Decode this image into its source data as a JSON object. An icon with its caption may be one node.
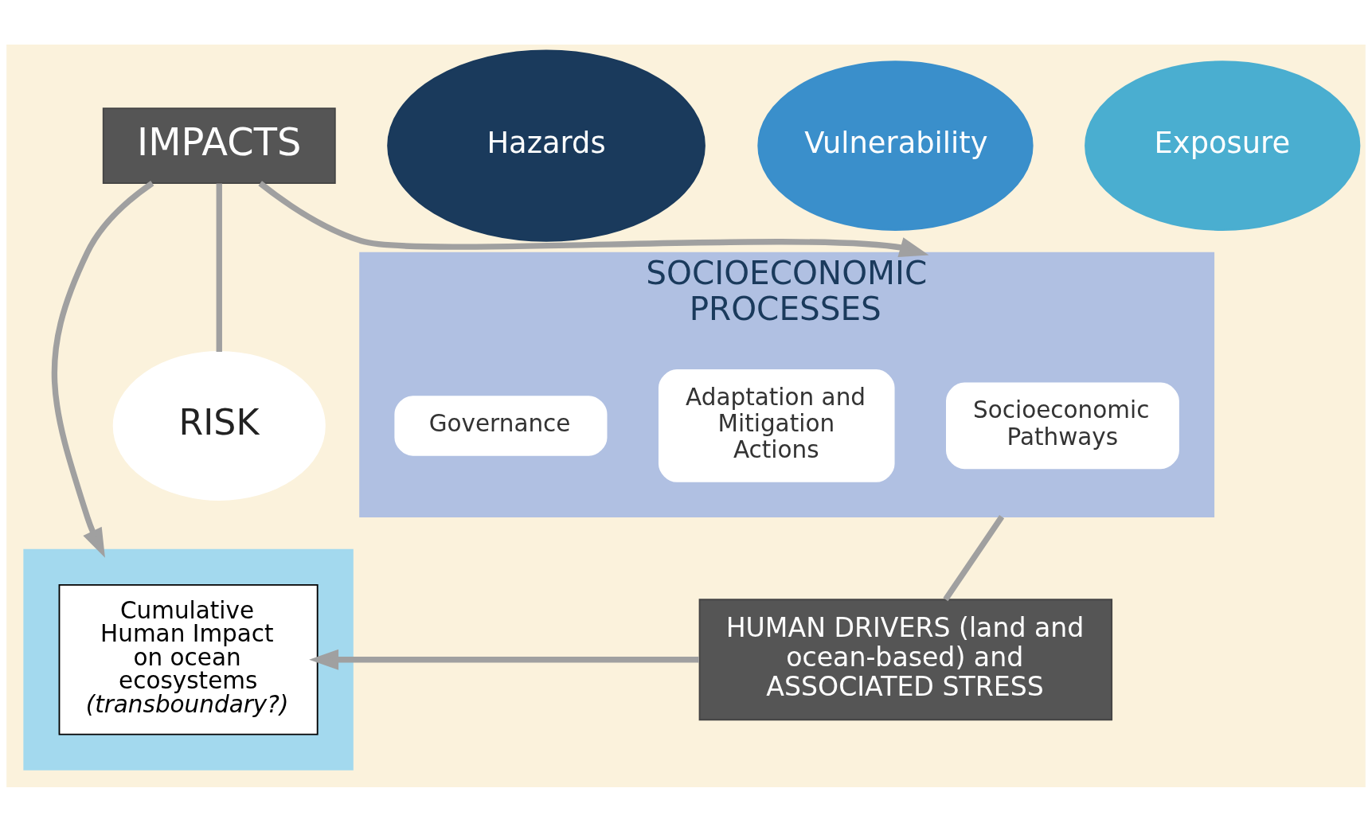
{
  "diagram": {
    "nodes": [
      {
        "text": [
          "IMPACTS"
        ]
      },
      {
        "text": [],
        "shape": "band"
      },
      {
        "text": [
          "Cumulative Human Impact on ocean ecosystems *(transboundary?)*"
        ],
        "in": 1
      },
      {
        "text": [
          "Hazards"
        ]
      },
      {
        "text": [
          "Vulnerability"
        ]
      },
      {
        "text": [
          "RISK"
        ]
      },
      {
        "text": [
          "Exposure"
        ]
      },
      {
        "text": [
          "SOCIOECONOMIC PROCESSES"
        ]
      },
      {
        "text": [
          "Socioeconomic Pathways"
        ],
        "in": 7
      },
      {
        "text": [
          "Adaptation and Mitigation Actions"
        ],
        "in": 7
      },
      {
        "text": [
          "Governance"
        ],
        "in": 7
      },
      {
        "text": [
          "HUMAN DRIVERS (land and ocean-based) and ASSOCIATED STRESS"
        ]
      }
    ],
    "edges": [
      {
        "from": 0,
        "to": 1,
        "arrow": "to"
      },
      {
        "from": 0,
        "to": 7,
        "arrow": "to"
      },
      {
        "from": 0,
        "to": 5,
        "arrow": "none"
      },
      {
        "from": 7,
        "to": 11,
        "arrow": "none"
      },
      {
        "from": 11,
        "to": 2,
        "arrow": "to"
      }
    ]
  }
}
